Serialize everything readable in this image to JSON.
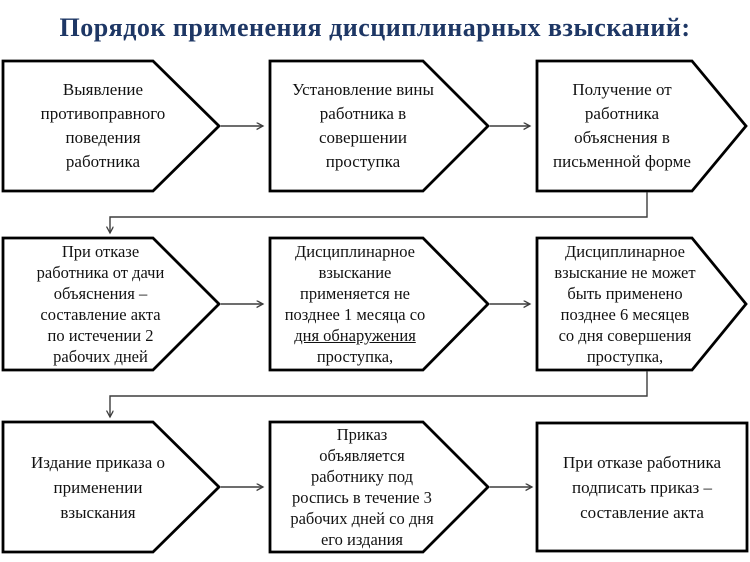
{
  "title": "Порядок применения дисциплинарных взысканий:",
  "colors": {
    "title_text": "#1e3765",
    "box_border": "#000000",
    "box_fill": "#ffffff",
    "body_text": "#121212",
    "connector": "#3d3d3d"
  },
  "steps": [
    {
      "id": 1,
      "shape": "arrow-right",
      "lines": [
        "Выявление",
        "противоправного",
        "поведения",
        "работника"
      ]
    },
    {
      "id": 2,
      "shape": "arrow-right",
      "lines": [
        "Установление вины",
        "работника в",
        "совершении",
        "проступка"
      ]
    },
    {
      "id": 3,
      "shape": "arrow-right",
      "lines": [
        "Получение от",
        "работника",
        "объяснения в",
        "письменной форме"
      ]
    },
    {
      "id": 4,
      "shape": "arrow-right",
      "lines": [
        "При отказе",
        "работника от дачи",
        "объяснения –",
        "составление акта",
        "по истечении 2",
        "рабочих дней"
      ]
    },
    {
      "id": 5,
      "shape": "arrow-right",
      "underline": 4,
      "lines": [
        "Дисциплинарное",
        "взыскание",
        "применяется не",
        "позднее 1 месяца со",
        "дня обнаружения",
        "проступка,"
      ]
    },
    {
      "id": 6,
      "shape": "arrow-right",
      "lines": [
        "Дисциплинарное",
        "взыскание не может",
        "быть применено",
        "позднее 6 месяцев",
        "со дня совершения",
        "проступка,"
      ]
    },
    {
      "id": 7,
      "shape": "arrow-right",
      "lines": [
        "Издание приказа о",
        "применении",
        "взыскания"
      ]
    },
    {
      "id": 8,
      "shape": "arrow-right",
      "lines": [
        "Приказ",
        "объявляется",
        "работнику под",
        "роспись в течение 3",
        "рабочих дней со дня",
        "его издания"
      ]
    },
    {
      "id": 9,
      "shape": "rectangle",
      "lines": [
        "При отказе работника",
        "подписать приказ –",
        "составление акта"
      ]
    }
  ]
}
